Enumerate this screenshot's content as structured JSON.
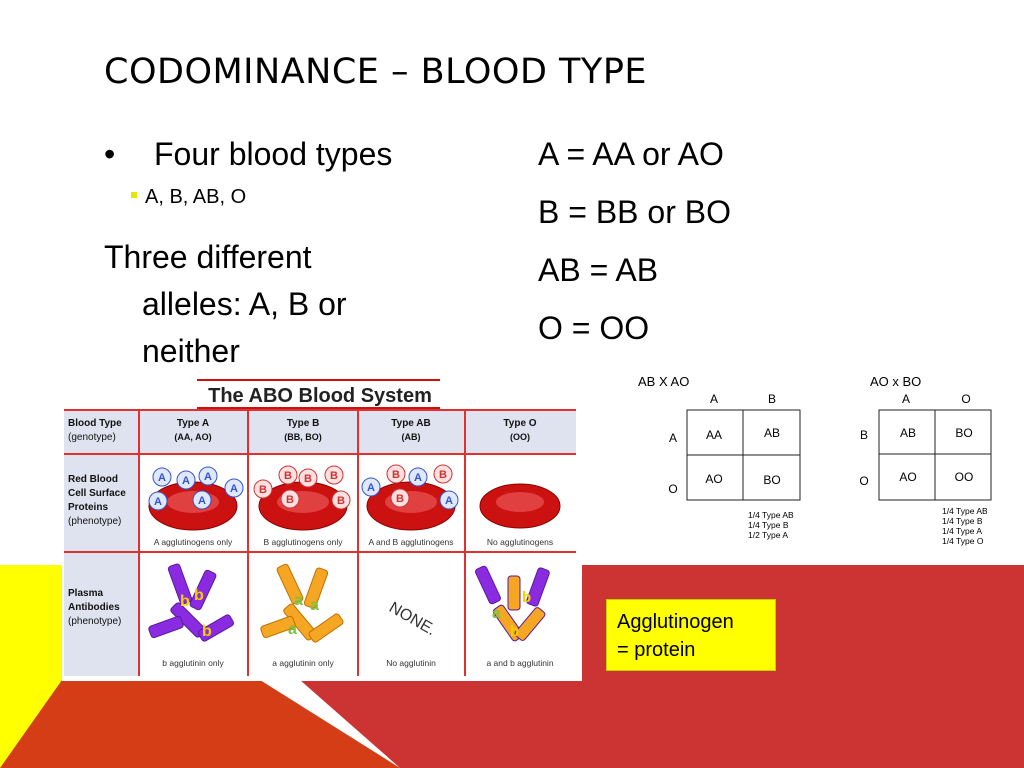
{
  "title": "CODOMINANCE – BLOOD TYPE",
  "bullets": {
    "main": "Four blood types",
    "sub": "A, B, AB, O",
    "three_line1": "Three different",
    "three_line2": "alleles: A, B or",
    "three_line3": "neither"
  },
  "genotypes": [
    "A = AA or AO",
    "B = BB or BO",
    "AB = AB",
    "O = OO"
  ],
  "abo_table": {
    "heading": "The ABO Blood System",
    "row_headers": {
      "type": [
        "Blood Type",
        "(genotype)"
      ],
      "cells": [
        "Red Blood",
        "Cell Surface",
        "Proteins",
        "(phenotype)"
      ],
      "plasma": [
        "Plasma",
        "Antibodies",
        "(phenotype)"
      ]
    },
    "columns": [
      {
        "type": "Type A",
        "genotype": "(AA, AO)",
        "agglutinogen": "A agglutinogens only",
        "agglutinin": "b agglutinin only"
      },
      {
        "type": "Type B",
        "genotype": "(BB, BO)",
        "agglutinogen": "B agglutinogens only",
        "agglutinin": "a agglutinin only"
      },
      {
        "type": "Type AB",
        "genotype": "(AB)",
        "agglutinogen": "A and B agglutinogens",
        "agglutinin": "No agglutinin"
      },
      {
        "type": "Type O",
        "genotype": "(OO)",
        "agglutinogen": "No agglutinogens",
        "agglutinin": "a and b agglutinin"
      }
    ],
    "none_label": "NONE.",
    "colors": {
      "red": "#cc1111",
      "purple": "#8a2be2",
      "orange": "#f5a623",
      "green": "#7cc242",
      "header_bg": "#dfe3f0"
    }
  },
  "punnett1": {
    "cross": "AB X AO",
    "top": [
      "A",
      "B"
    ],
    "side": [
      "A",
      "O"
    ],
    "cells": [
      [
        "AA",
        "AB"
      ],
      [
        "AO",
        "BO"
      ]
    ],
    "results": [
      "1/4 Type AB",
      "1/4 Type B",
      "1/2 Type A"
    ]
  },
  "punnett2": {
    "cross": "AO x BO",
    "top": [
      "A",
      "O"
    ],
    "side": [
      "B",
      "O"
    ],
    "cells": [
      [
        "AB",
        "BO"
      ],
      [
        "AO",
        "OO"
      ]
    ],
    "results": [
      "1/4 Type AB",
      "1/4 Type B",
      "1/4 Type A",
      "1/4 Type O"
    ]
  },
  "note": {
    "line1": "Agglutinogen",
    "line2": "= protein"
  },
  "theme": {
    "yellow": "#ffff00",
    "orange_red": "#d9411e",
    "red": "#cc3333"
  }
}
